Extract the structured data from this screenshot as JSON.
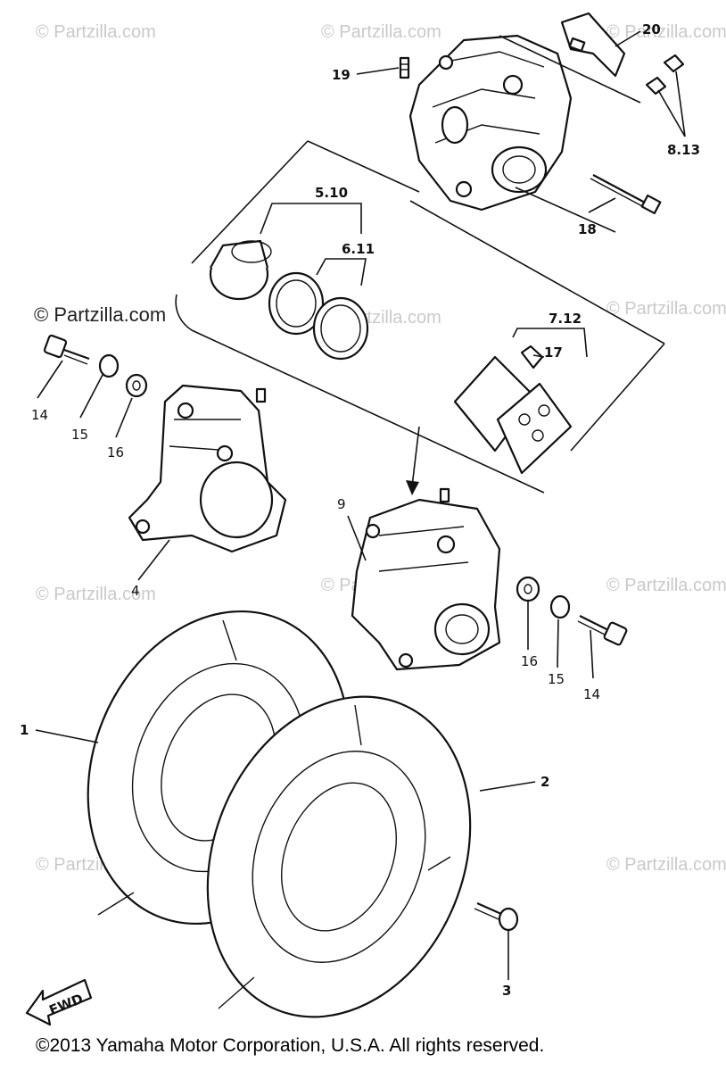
{
  "watermarks": {
    "light": "© Partzilla.com",
    "strong": "© Partzilla.com"
  },
  "callouts": {
    "p1": "1",
    "p2": "2",
    "p3": "3",
    "p4": "4",
    "p5_10": "5.10",
    "p6_11": "6.11",
    "p7_12": "7.12",
    "p8_13": "8.13",
    "p9": "9",
    "p14_left": "14",
    "p15_left": "15",
    "p16_left": "16",
    "p14_right": "14",
    "p15_right": "15",
    "p16_right": "16",
    "p17": "17",
    "p18": "18",
    "p19": "19",
    "p20": "20"
  },
  "fwd_label": "FWD",
  "copyright": "©2013  Yamaha Motor Corporation, U.S.A. All rights reserved."
}
